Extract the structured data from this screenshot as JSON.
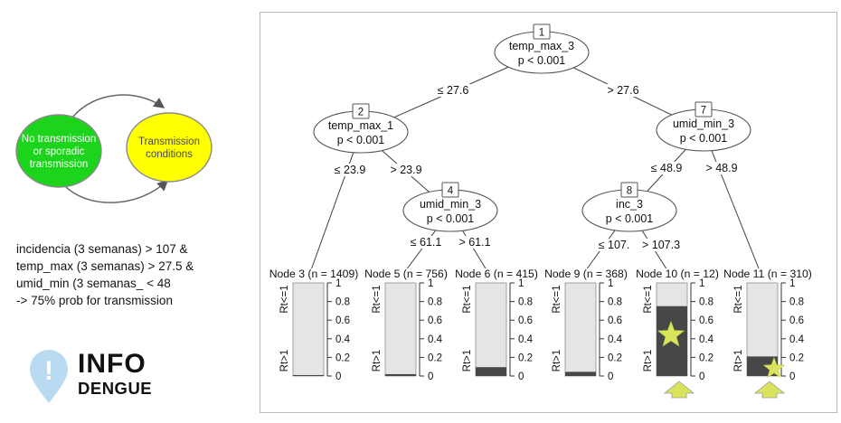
{
  "state_diagram": {
    "from_state": {
      "lines": [
        "No transmission",
        "or sporadic",
        "transmission"
      ],
      "fill": "#1bd41b",
      "text_color": "#ffffff"
    },
    "to_state": {
      "lines": [
        "Transmission",
        "conditions"
      ],
      "fill": "#ffff00",
      "text_color": "#4a4a4a"
    },
    "arrow_color": "#666666"
  },
  "annotation_lines": [
    "incidencia (3 semanas) > 107 &",
    "temp_max (3 semanas) > 27.5 &",
    "umid_min (3 semanas_ < 48",
    "-> 75% prob for transmission"
  ],
  "logo": {
    "exclamation": "!",
    "word_top": "INFO",
    "word_bottom": "DENGUE",
    "pin_color": "#b9dbf1",
    "word_top_color": "#c9d3db",
    "word_bottom_color": "#aecfe2"
  },
  "chart_data": {
    "type": "decision-tree-barplot",
    "inner_nodes": [
      {
        "id": "1",
        "variable": "temp_max_3",
        "p_label": "p < 0.001"
      },
      {
        "id": "2",
        "variable": "temp_max_1",
        "p_label": "p < 0.001"
      },
      {
        "id": "4",
        "variable": "umid_min_3",
        "p_label": "p < 0.001"
      },
      {
        "id": "7",
        "variable": "umid_min_3",
        "p_label": "p < 0.001"
      },
      {
        "id": "8",
        "variable": "inc_3",
        "p_label": "p < 0.001"
      }
    ],
    "edges": [
      {
        "from": "1",
        "to": "2",
        "label": "≤ 27.6"
      },
      {
        "from": "1",
        "to": "7",
        "label": "> 27.6"
      },
      {
        "from": "2",
        "to": "t3",
        "label": "≤ 23.9"
      },
      {
        "from": "2",
        "to": "4",
        "label": "> 23.9"
      },
      {
        "from": "4",
        "to": "t5",
        "label": "≤ 61.1"
      },
      {
        "from": "4",
        "to": "t6",
        "label": "> 61.1"
      },
      {
        "from": "7",
        "to": "8",
        "label": "≤ 48.9"
      },
      {
        "from": "7",
        "to": "t11",
        "label": "> 48.9"
      },
      {
        "from": "8",
        "to": "t9",
        "label": "≤ 107."
      },
      {
        "from": "8",
        "to": "t10",
        "label": "> 107.3"
      }
    ],
    "terminal_nodes": [
      {
        "id": "t3",
        "label": "Node 3 (n = 1409)",
        "rt_gt1": 0.01,
        "highlighted": false
      },
      {
        "id": "t5",
        "label": "Node 5 (n = 756)",
        "rt_gt1": 0.02,
        "highlighted": false
      },
      {
        "id": "t6",
        "label": "Node 6 (n = 415)",
        "rt_gt1": 0.095,
        "highlighted": false
      },
      {
        "id": "t9",
        "label": "Node 9 (n = 368)",
        "rt_gt1": 0.045,
        "highlighted": false
      },
      {
        "id": "t10",
        "label": "Node 10 (n = 12)",
        "rt_gt1": 0.75,
        "highlighted": true,
        "star_value": 0.44
      },
      {
        "id": "t11",
        "label": "Node 11 (n = 310)",
        "rt_gt1": 0.21,
        "highlighted": true,
        "star_value": 0.08
      }
    ],
    "bar_axis": {
      "categories": [
        "Rt<=1",
        "Rt>1"
      ],
      "ticks": [
        "0",
        "0.2",
        "0.4",
        "0.6",
        "0.8",
        "1"
      ],
      "range": [
        0,
        1
      ]
    },
    "colors": {
      "bar_light": "#e5e5e5",
      "bar_dark": "#474747",
      "highlight": "#d9e45c",
      "line": "#3f3f3f"
    }
  }
}
